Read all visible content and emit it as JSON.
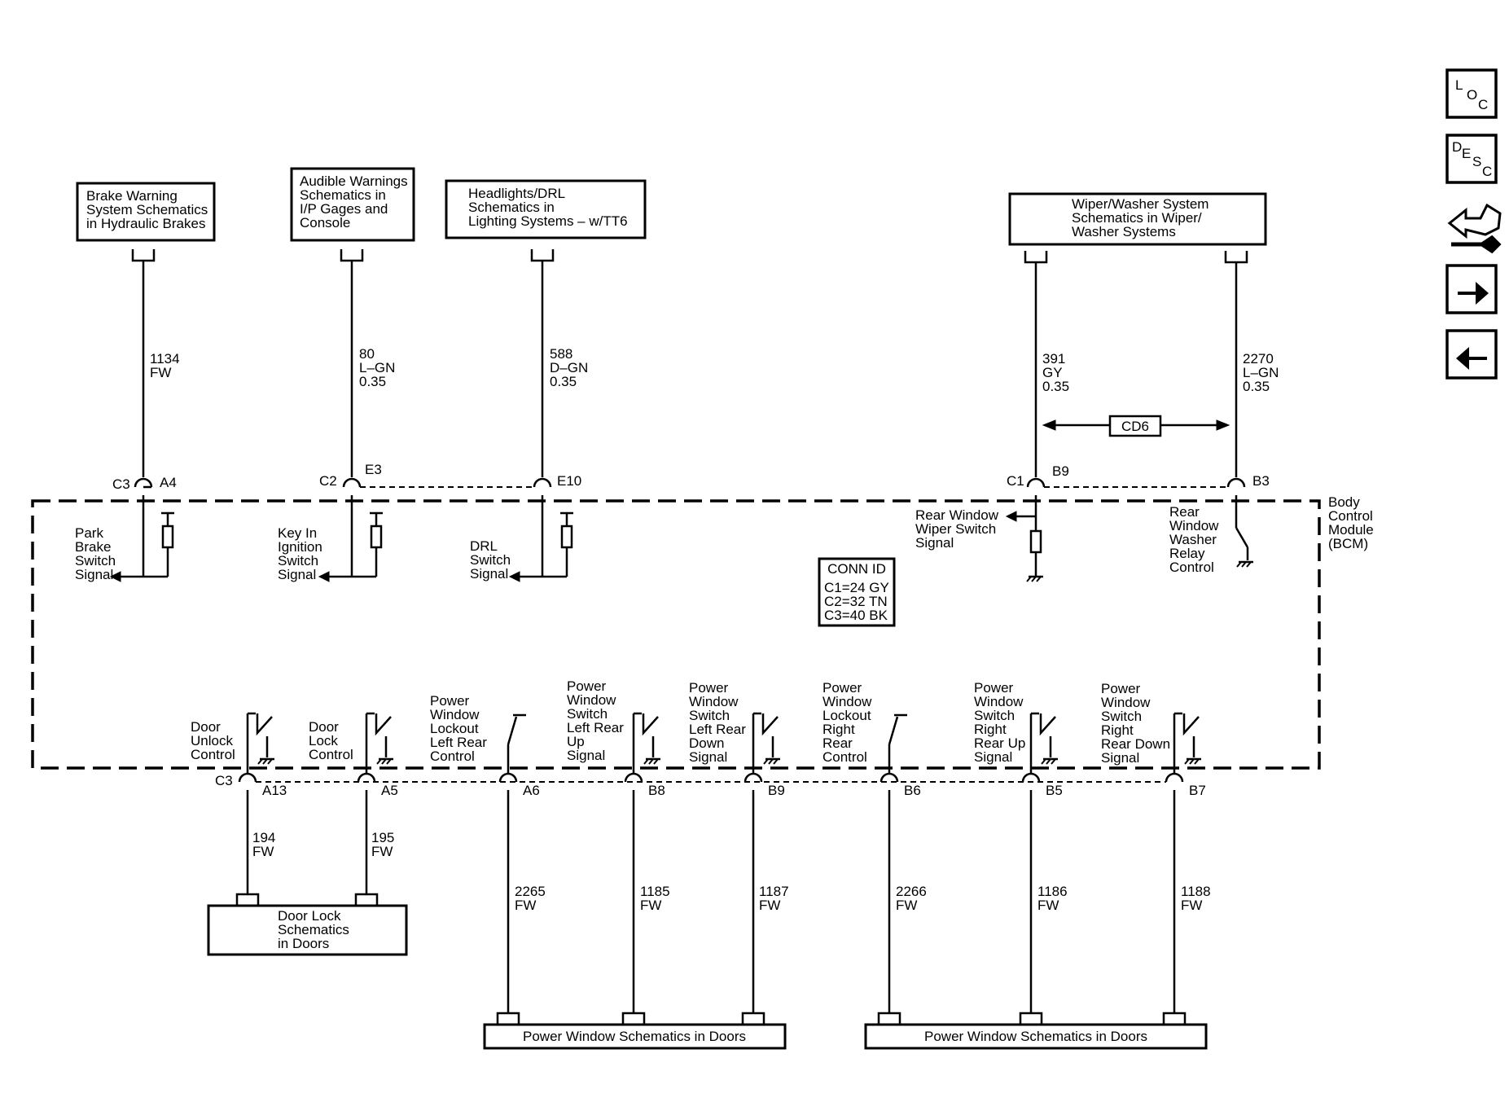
{
  "boxes": {
    "brake": [
      "Brake Warning",
      "System Schematics",
      "in Hydraulic Brakes"
    ],
    "audible": [
      "Audible Warnings",
      "Schematics in",
      "I/P Gages and",
      "Console"
    ],
    "headlights": [
      "Headlights/DRL",
      "Schematics in",
      "Lighting Systems – w/TT6"
    ],
    "wiper": [
      "Wiper/Washer System",
      "Schematics in Wiper/",
      "Washer Systems"
    ],
    "doorlock": [
      "Door Lock",
      "Schematics",
      "in Doors"
    ],
    "pw_left": [
      "Power Window Schematics in Doors"
    ],
    "pw_right": [
      "Power Window Schematics in Doors"
    ]
  },
  "wires": {
    "w1134": [
      "1134",
      "FW"
    ],
    "w80": [
      "80",
      "L–GN",
      "0.35"
    ],
    "w588": [
      "588",
      "D–GN",
      "0.35"
    ],
    "w391": [
      "391",
      "GY",
      "0.35"
    ],
    "w2270": [
      "2270",
      "L–GN",
      "0.35"
    ],
    "w194": [
      "194",
      "FW"
    ],
    "w195": [
      "195",
      "FW"
    ],
    "w2265": [
      "2265",
      "FW"
    ],
    "w1185": [
      "1185",
      "FW"
    ],
    "w1187": [
      "1187",
      "FW"
    ],
    "w2266": [
      "2266",
      "FW"
    ],
    "w1186": [
      "1186",
      "FW"
    ],
    "w1188": [
      "1188",
      "FW"
    ]
  },
  "cd6": "CD6",
  "connectors": {
    "top": [
      {
        "conn": "C3",
        "pin": "A4"
      },
      {
        "conn": "C2",
        "pin": "E3"
      },
      {
        "conn": "",
        "pin": "E10"
      },
      {
        "conn": "C1",
        "pin": "B9"
      },
      {
        "conn": "",
        "pin": "B3"
      }
    ],
    "bottom_conn": "C3",
    "bottom_pins": [
      "A13",
      "A5",
      "A6",
      "B8",
      "B9",
      "B6",
      "B5",
      "B7"
    ]
  },
  "signals": {
    "park": [
      "Park",
      "Brake",
      "Switch",
      "Signal"
    ],
    "key": [
      "Key In",
      "Ignition",
      "Switch",
      "Signal"
    ],
    "drl": [
      "DRL",
      "Switch",
      "Signal"
    ],
    "rear_wiper": [
      "Rear Window",
      "Wiper Switch",
      "Signal"
    ],
    "rear_washer": [
      "Rear",
      "Window",
      "Washer",
      "Relay",
      "Control"
    ],
    "door_unlock": [
      "Door",
      "Unlock",
      "Control"
    ],
    "door_lock": [
      "Door",
      "Lock",
      "Control"
    ],
    "pw_lockout_lr": [
      "Power",
      "Window",
      "Lockout",
      "Left Rear",
      "Control"
    ],
    "pw_lr_up": [
      "Power",
      "Window",
      "Switch",
      "Left Rear",
      "Up",
      "Signal"
    ],
    "pw_lr_down": [
      "Power",
      "Window",
      "Switch",
      "Left Rear",
      "Down",
      "Signal"
    ],
    "pw_lockout_rr": [
      "Power",
      "Window",
      "Lockout",
      "Right",
      "Rear",
      "Control"
    ],
    "pw_rr_up": [
      "Power",
      "Window",
      "Switch",
      "Right",
      "Rear Up",
      "Signal"
    ],
    "pw_rr_down": [
      "Power",
      "Window",
      "Switch",
      "Right",
      "Rear Down",
      "Signal"
    ]
  },
  "module": [
    "Body",
    "Control",
    "Module",
    "(BCM)"
  ],
  "conn_id": {
    "title": "CONN ID",
    "lines": [
      "C1=24 GY",
      "C2=32 TN",
      "C3=40 BK"
    ]
  },
  "nav": {
    "loc": [
      "L",
      "O",
      "C"
    ],
    "desc": [
      "D",
      "E",
      "S",
      "C"
    ]
  }
}
